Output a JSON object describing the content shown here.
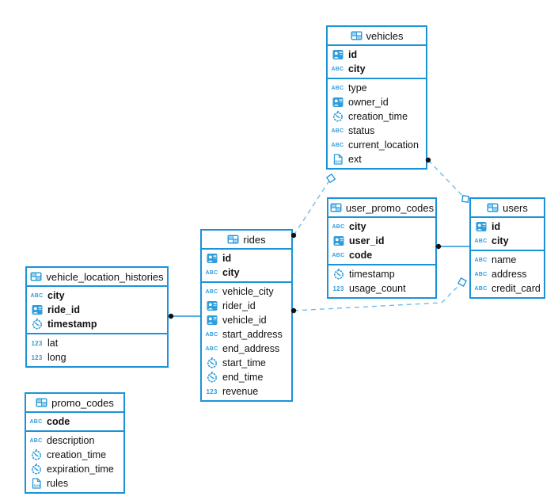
{
  "diagram": {
    "type": "entity-relationship-diagram",
    "colors": {
      "table_border": "#1b93d8",
      "icon_blue": "#2f9ddb",
      "icon_light_blue": "#9bd4f1",
      "dashed_line": "#6fbde9",
      "solid_line": "#1b93d8",
      "endpoint_dot": "#111111",
      "text": "#111111",
      "background": "#ffffff"
    }
  },
  "tables": [
    {
      "name": "vehicles",
      "key_columns": [
        {
          "icon": "id",
          "name": "id"
        },
        {
          "icon": "text",
          "name": "city"
        }
      ],
      "columns": [
        {
          "icon": "text",
          "name": "type"
        },
        {
          "icon": "id",
          "name": "owner_id"
        },
        {
          "icon": "clock",
          "name": "creation_time"
        },
        {
          "icon": "text",
          "name": "status"
        },
        {
          "icon": "text",
          "name": "current_location"
        },
        {
          "icon": "json",
          "name": "ext"
        }
      ]
    },
    {
      "name": "user_promo_codes",
      "key_columns": [
        {
          "icon": "text",
          "name": "city"
        },
        {
          "icon": "id",
          "name": "user_id"
        },
        {
          "icon": "text",
          "name": "code"
        }
      ],
      "columns": [
        {
          "icon": "clock",
          "name": "timestamp"
        },
        {
          "icon": "number",
          "name": "usage_count"
        }
      ]
    },
    {
      "name": "users",
      "key_columns": [
        {
          "icon": "id",
          "name": "id"
        },
        {
          "icon": "text",
          "name": "city"
        }
      ],
      "columns": [
        {
          "icon": "text",
          "name": "name"
        },
        {
          "icon": "text",
          "name": "address"
        },
        {
          "icon": "text",
          "name": "credit_card"
        }
      ]
    },
    {
      "name": "rides",
      "key_columns": [
        {
          "icon": "id",
          "name": "id"
        },
        {
          "icon": "text",
          "name": "city"
        }
      ],
      "columns": [
        {
          "icon": "text",
          "name": "vehicle_city"
        },
        {
          "icon": "id",
          "name": "rider_id"
        },
        {
          "icon": "id",
          "name": "vehicle_id"
        },
        {
          "icon": "text",
          "name": "start_address"
        },
        {
          "icon": "text",
          "name": "end_address"
        },
        {
          "icon": "clock",
          "name": "start_time"
        },
        {
          "icon": "clock",
          "name": "end_time"
        },
        {
          "icon": "number",
          "name": "revenue"
        }
      ]
    },
    {
      "name": "vehicle_location_histories",
      "key_columns": [
        {
          "icon": "text",
          "name": "city"
        },
        {
          "icon": "id",
          "name": "ride_id"
        },
        {
          "icon": "clock",
          "name": "timestamp"
        }
      ],
      "columns": [
        {
          "icon": "number",
          "name": "lat"
        },
        {
          "icon": "number",
          "name": "long"
        }
      ]
    },
    {
      "name": "promo_codes",
      "key_columns": [
        {
          "icon": "text",
          "name": "code"
        }
      ],
      "columns": [
        {
          "icon": "text",
          "name": "description"
        },
        {
          "icon": "clock",
          "name": "creation_time"
        },
        {
          "icon": "clock",
          "name": "expiration_time"
        },
        {
          "icon": "json",
          "name": "rules"
        }
      ]
    }
  ],
  "connections": [
    {
      "from": "rides",
      "to": "vehicles",
      "style": "dashed",
      "from_marker": "dot",
      "to_marker": "square"
    },
    {
      "from": "vehicles",
      "to": "users",
      "style": "dashed",
      "from_marker": "dot",
      "to_marker": "square"
    },
    {
      "from": "user_promo_codes",
      "to": "users",
      "style": "solid",
      "from_marker": "dot",
      "to_marker": "none"
    },
    {
      "from": "rides",
      "to": "users",
      "style": "dashed",
      "from_marker": "dot",
      "to_marker": "square"
    },
    {
      "from": "vehicle_location_histories",
      "to": "rides",
      "style": "solid",
      "from_marker": "dot",
      "to_marker": "none"
    }
  ]
}
